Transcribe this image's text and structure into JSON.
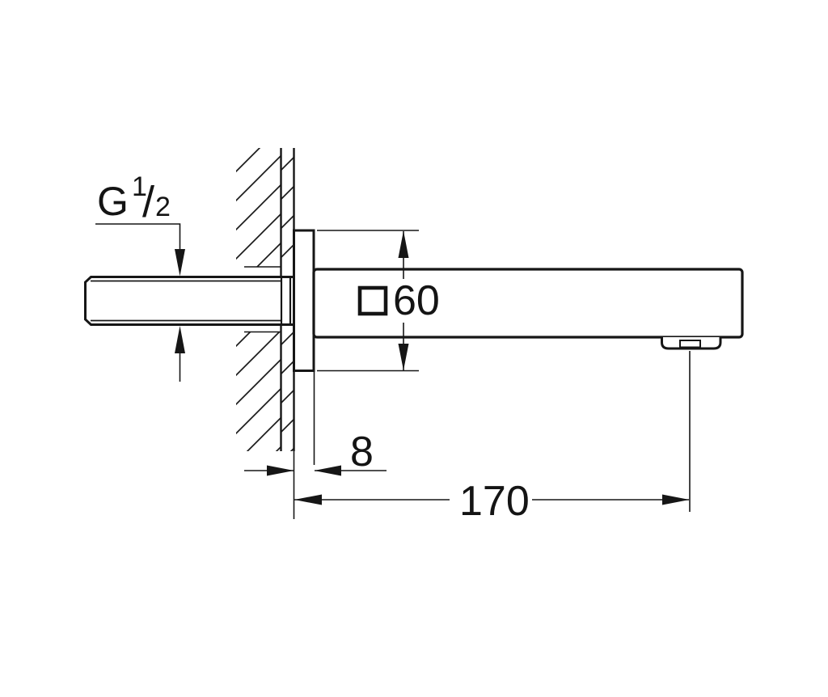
{
  "page": {
    "background": "#ffffff"
  },
  "drawing": {
    "type": "technical-dimension-drawing",
    "subject": "wall-mounted-square-bath-spout-side-view",
    "line_color": "#161616",
    "labels": {
      "thread": {
        "prefix": "G",
        "numerator": "1",
        "slash": "/",
        "denominator": "2"
      },
      "square_size": {
        "symbol_icon": "square-dimension-icon",
        "value": "60"
      },
      "plate_thickness": {
        "value": "8"
      },
      "spout_length": {
        "value": "170"
      }
    }
  }
}
